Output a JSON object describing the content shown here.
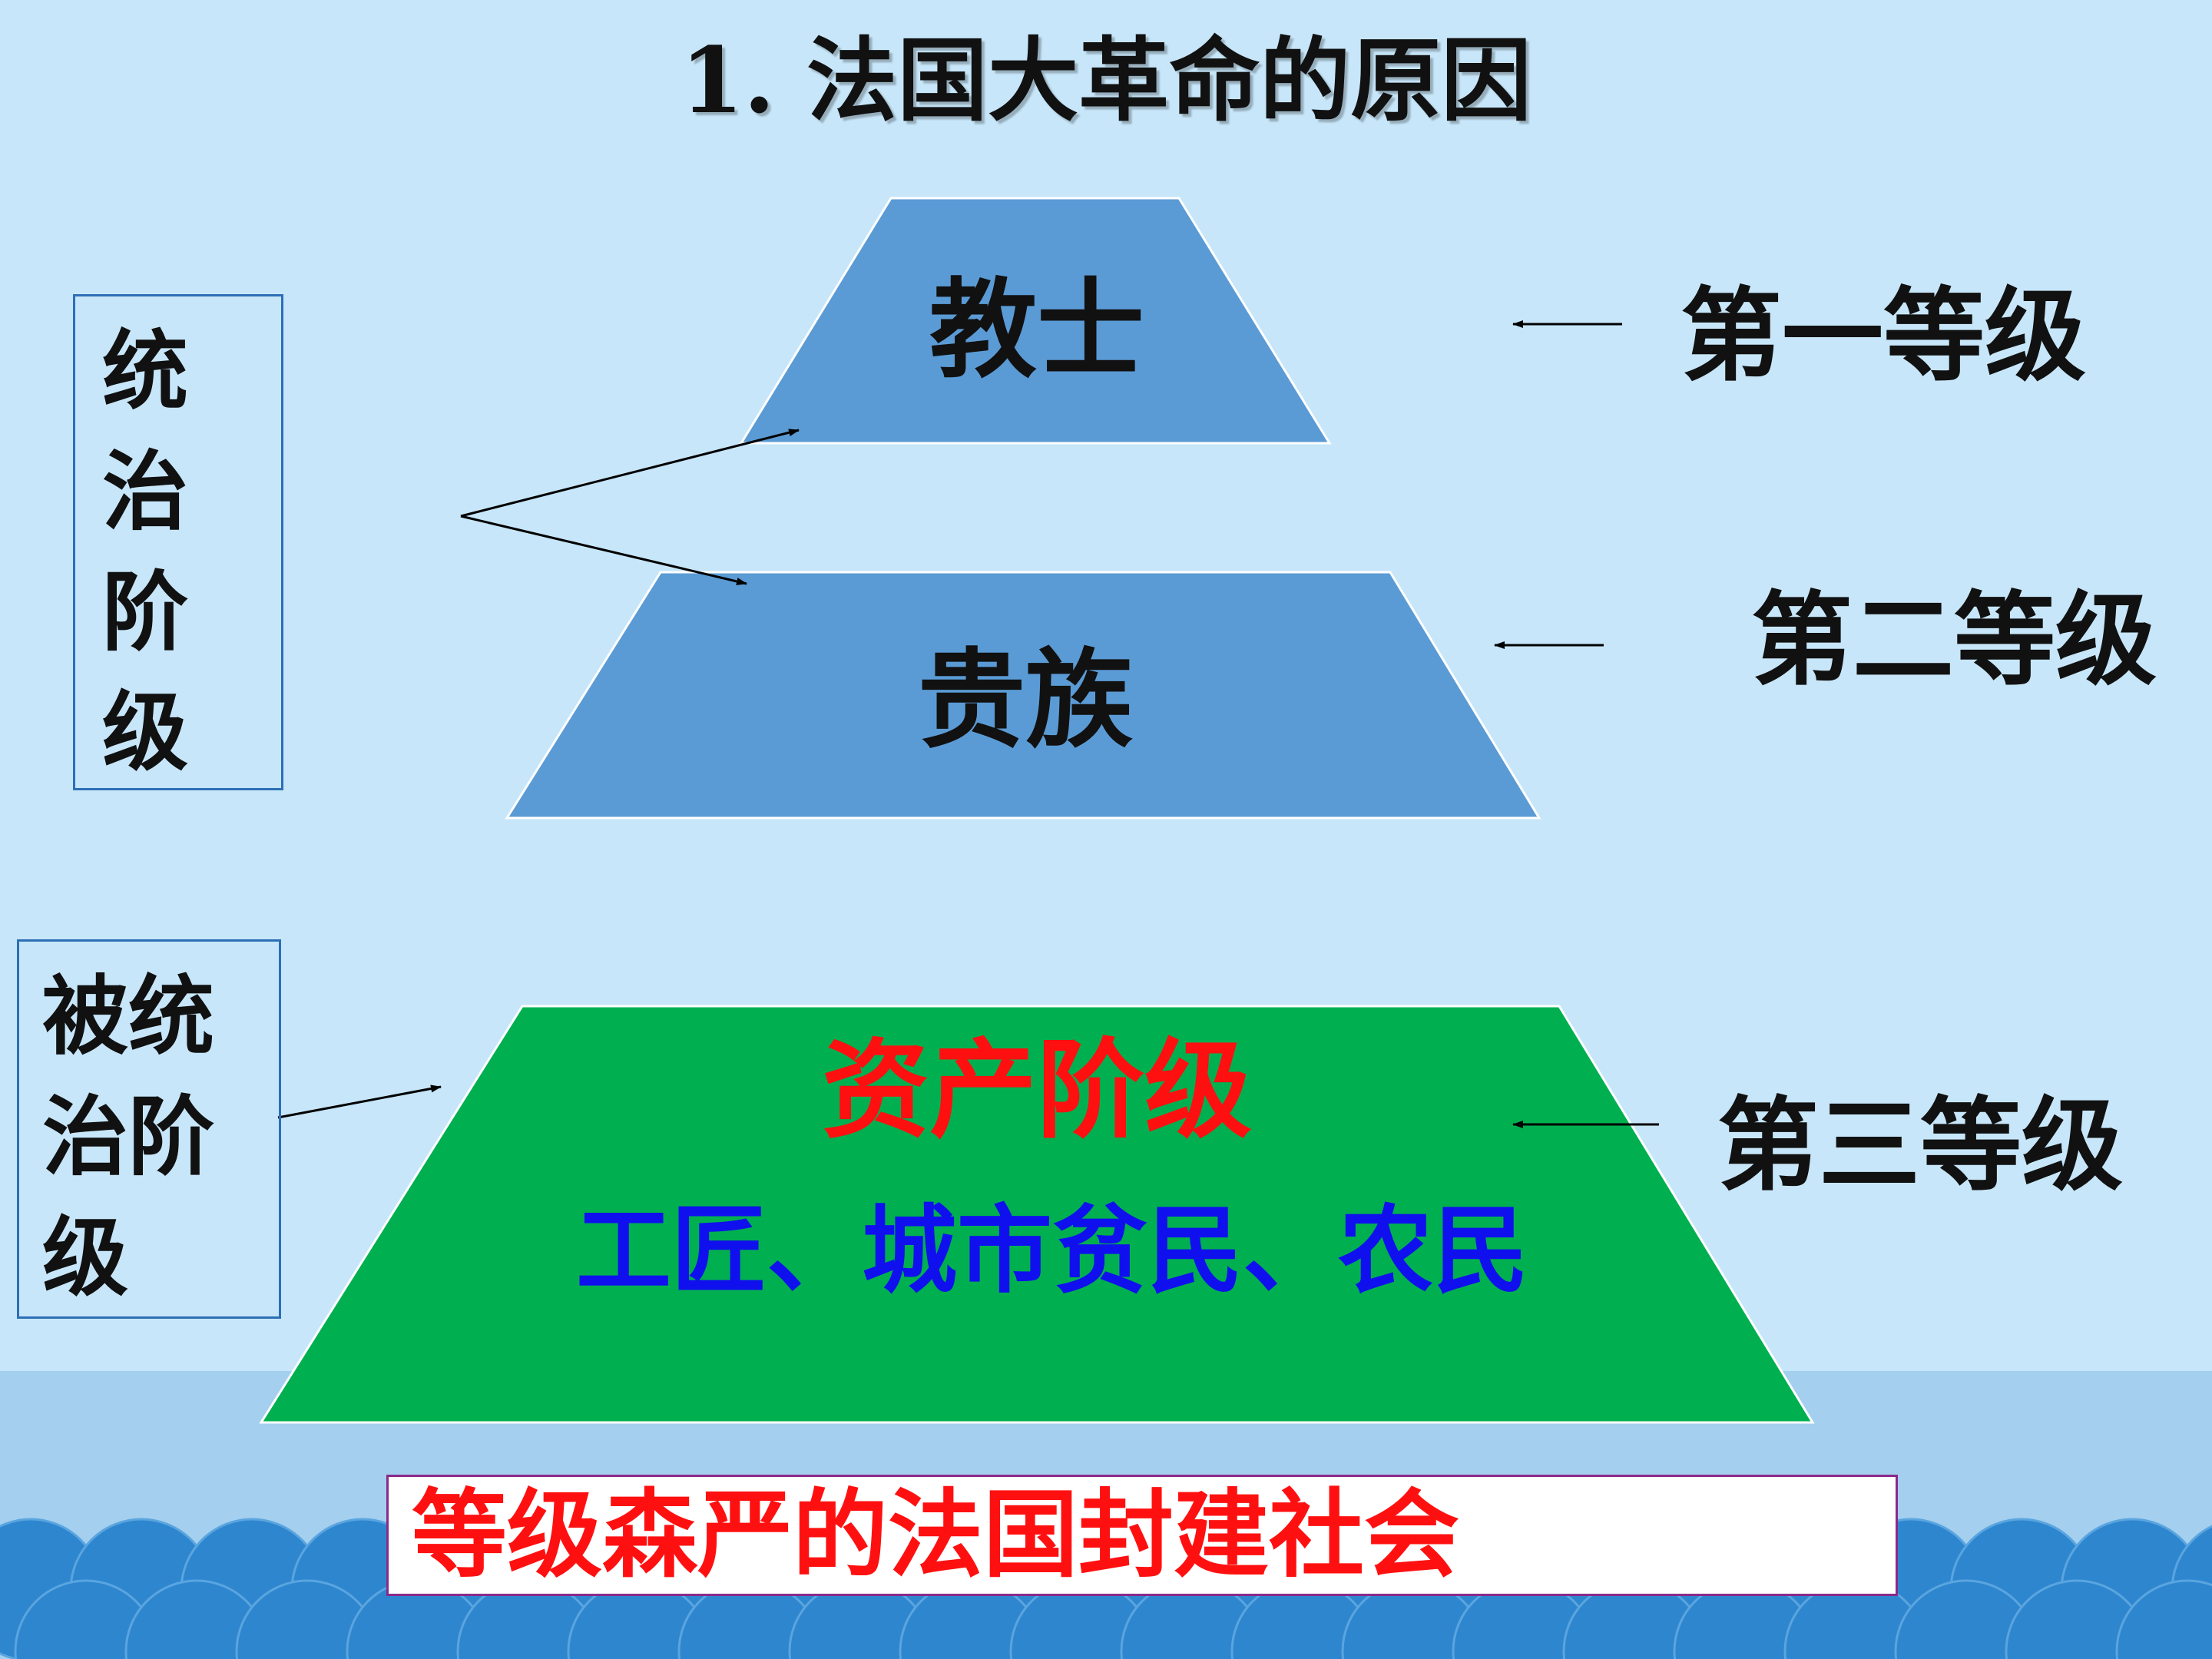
{
  "title": "1. 法国大革命的原因",
  "tiers": {
    "first": {
      "label": "教士",
      "rank": "第一等级"
    },
    "second": {
      "label": "贵族",
      "rank": "第二等级"
    },
    "third": {
      "label_red": "资产阶级",
      "label_blue": "工匠、城市贫民、农民",
      "rank": "第三等级"
    }
  },
  "groups": {
    "ruling": "统治阶级",
    "ruled": "被统治阶级"
  },
  "conclusion": "等级森严的法国封建社会",
  "colors": {
    "background": "#c7e6f9",
    "upper_tiers": "#5b9bd5",
    "third_tier": "#00b050",
    "red_text": "#ff1010",
    "blue_text": "#1010ee",
    "wave_band": "#a4cfee",
    "wave_circles": "#2e86cf"
  }
}
